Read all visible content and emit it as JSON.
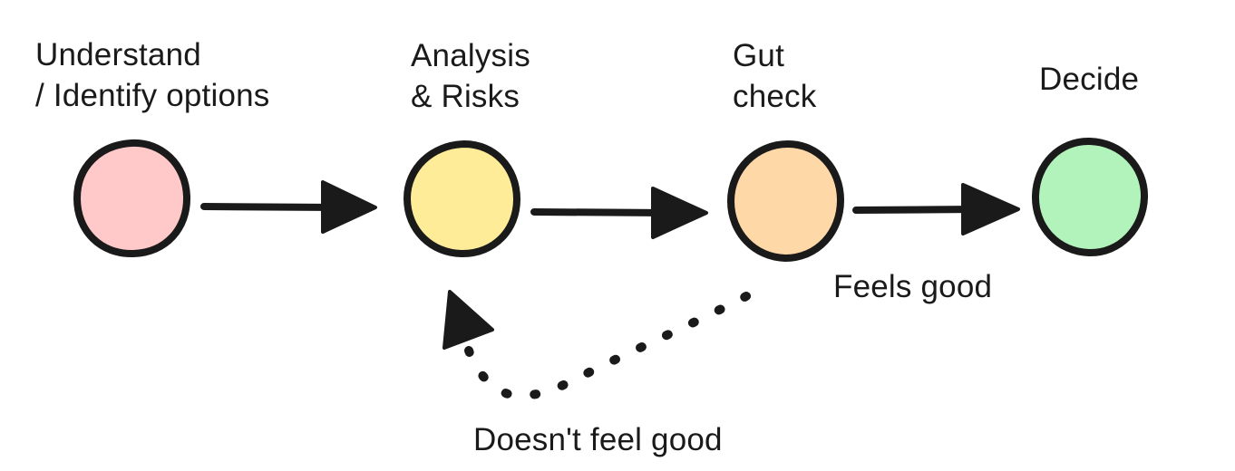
{
  "steps": [
    {
      "id": "understand",
      "lines": [
        "Understand",
        "/ Identify options"
      ],
      "fill": "#ffc9c9"
    },
    {
      "id": "analysis",
      "lines": [
        "Analysis",
        "& Risks"
      ],
      "fill": "#ffec99"
    },
    {
      "id": "gut",
      "lines": [
        "Gut",
        "check"
      ],
      "fill": "#ffd8a8"
    },
    {
      "id": "decide",
      "lines": [
        "Decide"
      ],
      "fill": "#b2f2bb"
    }
  ],
  "edges": {
    "feels_good": "Feels good",
    "doesnt_feel_good": "Doesn't feel good"
  },
  "stroke_color": "#1a1a1a"
}
